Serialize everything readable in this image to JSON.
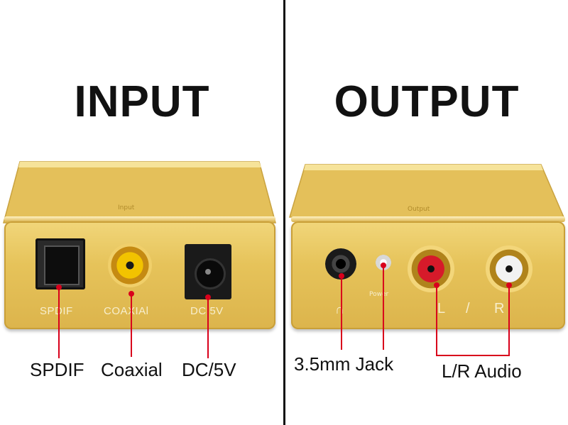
{
  "input": {
    "title": "INPUT",
    "device_top_text": "Input",
    "port_labels": {
      "spdif": "SPDIF",
      "coaxial": "COAXIAl",
      "dc": "DC 5V"
    },
    "callouts": {
      "spdif": "SPDIF",
      "coaxial": "Coaxial",
      "dc": "DC/5V"
    }
  },
  "output": {
    "title": "OUTPUT",
    "device_top_text": "Output",
    "face_labels": {
      "power": "Power",
      "left": "L",
      "slash": "/",
      "right": "R"
    },
    "callouts": {
      "jack": "3.5mm Jack",
      "lr": "L/R Audio"
    }
  },
  "colors": {
    "gold": "#e6c35a",
    "callout_red": "#d9001b",
    "divider": "#111111"
  }
}
